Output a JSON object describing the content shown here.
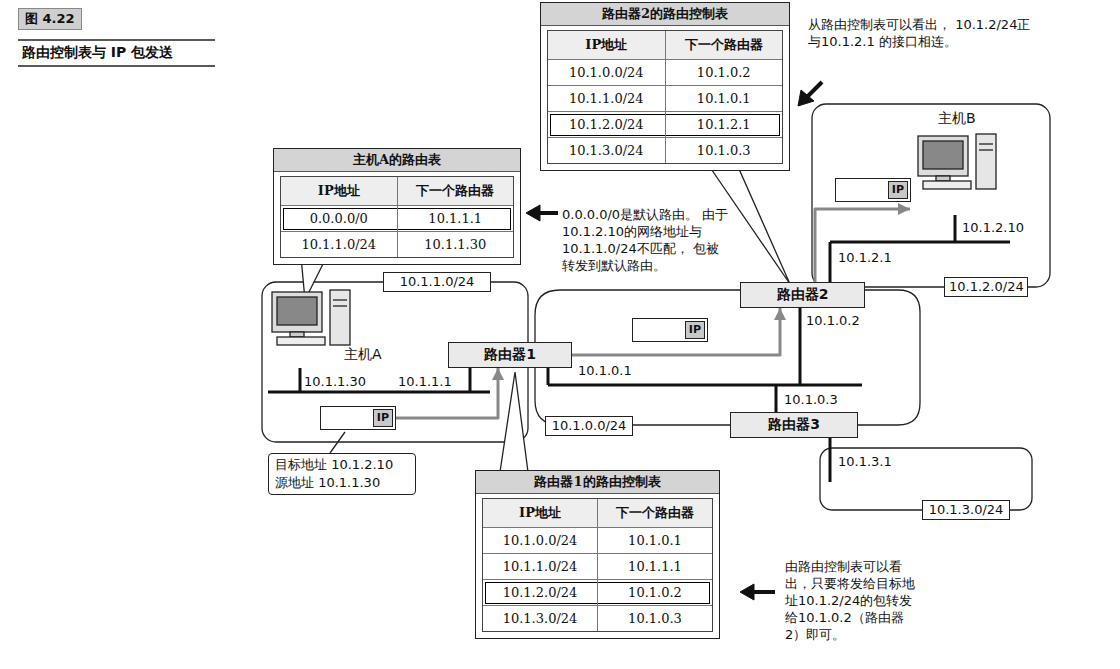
{
  "diagram": {
    "title": "图 4.22",
    "caption": "路由控制表与 IP 包发送",
    "nodes": [
      {
        "text": [
          "主机A的路由表",
          "IP地址",
          "下一个路由器",
          "0.0.0.0/0",
          "10.1.1.1",
          "10.1.1.0/24",
          "10.1.1.30"
        ]
      },
      {
        "text": [
          "路由器2的路由控制表",
          "IP地址",
          "下一个路由器",
          "10.1.0.0/24",
          "10.1.0.2",
          "10.1.1.0/24",
          "10.1.0.1",
          "10.1.2.0/24",
          "10.1.2.1",
          "10.1.3.0/24",
          "10.1.0.3"
        ]
      },
      {
        "text": [
          "路由器1的路由控制表",
          "IP地址",
          "下一个路由器",
          "10.1.0.0/24",
          "10.1.0.1",
          "10.1.1.0/24",
          "10.1.1.1",
          "10.1.2.0/24",
          "10.1.0.2",
          "10.1.3.0/24",
          "10.1.0.3"
        ]
      },
      {
        "text": [
          "主机A"
        ]
      },
      {
        "text": [
          "主机B"
        ]
      },
      {
        "text": [
          "路由器1"
        ]
      },
      {
        "text": [
          "路由器2"
        ]
      },
      {
        "text": [
          "路由器3"
        ]
      },
      {
        "text": [
          "10.1.1.0/24"
        ]
      },
      {
        "text": [
          "10.1.2.0/24"
        ]
      },
      {
        "text": [
          "10.1.0.0/24"
        ]
      },
      {
        "text": [
          "10.1.3.0/24"
        ]
      },
      {
        "text": [
          "IP"
        ]
      },
      {
        "text": [
          "IP"
        ]
      },
      {
        "text": [
          "IP"
        ]
      },
      {
        "text": [
          "目标地址 10.1.2.10",
          "源地址 10.1.1.30"
        ]
      }
    ],
    "edges": [
      {
        "from": 12,
        "to": 5,
        "arrow": "to"
      },
      {
        "from": 5,
        "to": 6,
        "arrow": "to"
      },
      {
        "from": 6,
        "to": 4,
        "arrow": "to"
      }
    ],
    "labels": [
      "10.1.1.30",
      "10.1.1.1",
      "10.1.0.1",
      "10.1.0.2",
      "10.1.0.3",
      "10.1.2.1",
      "10.1.2.10",
      "10.1.3.1",
      "从路由控制表可以看出， 10.1.2/24正与10.1.2.1 的接口相连。",
      "0.0.0.0/0是默认路由。 由于10.1.2.10的网络地址与10.1.1.0/24不匹配， 包被转发到默认路由。",
      "由路由控制表可以看出，只要将发给目标地址10.1.2/24的包转发给10.1.0.2（路由器2）即可。"
    ]
  }
}
